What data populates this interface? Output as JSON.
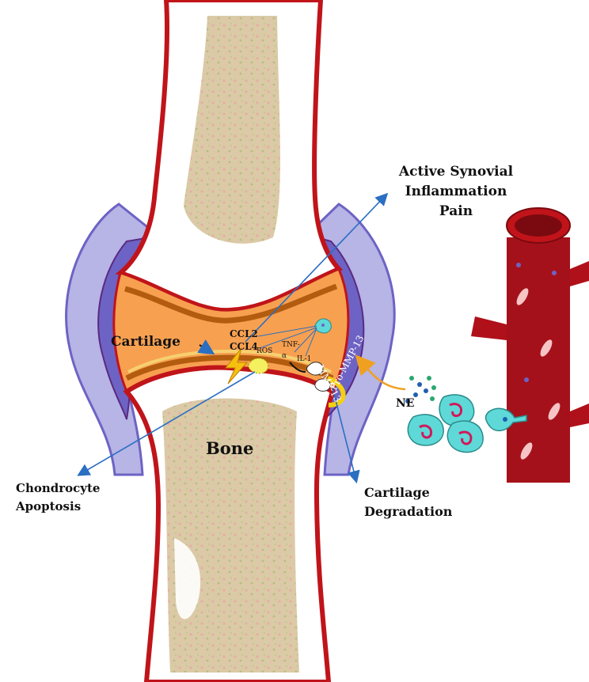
{
  "labels": {
    "active_synovial_line1": "Active Synovial",
    "active_synovial_line2": "Inflammation",
    "active_synovial_line3": "Pain",
    "cartilage": "Cartilage",
    "bone": "Bone",
    "ccl2": "CCL2",
    "ccl4": "CCL4",
    "ros": "ROS",
    "tnf_line1": "TNF-",
    "tnf_line2": "α",
    "il1": "IL-1",
    "pro_mmp13": "Pro-MMP-13",
    "mmp13": "MMP-13",
    "ne": "NE",
    "chondrocyte_line1": "Chondrocyte",
    "chondrocyte_line2": "Apoptosis",
    "cartilage_deg_line1": "Cartilage",
    "cartilage_deg_line2": "Degradation"
  },
  "colors": {
    "bone_outline": "#c0141a",
    "bone_fill": "#d9c9a0",
    "synovium_outer": "#b7b4e6",
    "synovium_inner": "#6d63c4",
    "cartilage_fill": "#f7a050",
    "cartilage_band": "#b35c10",
    "vessel": "#b0101a",
    "arrow_blue": "#2a6fc2",
    "arrow_orange": "#f0a020",
    "cell_cyan": "#5fd8d8",
    "dot_green": "#2aa870",
    "dot_blue": "#1f5fb0"
  }
}
